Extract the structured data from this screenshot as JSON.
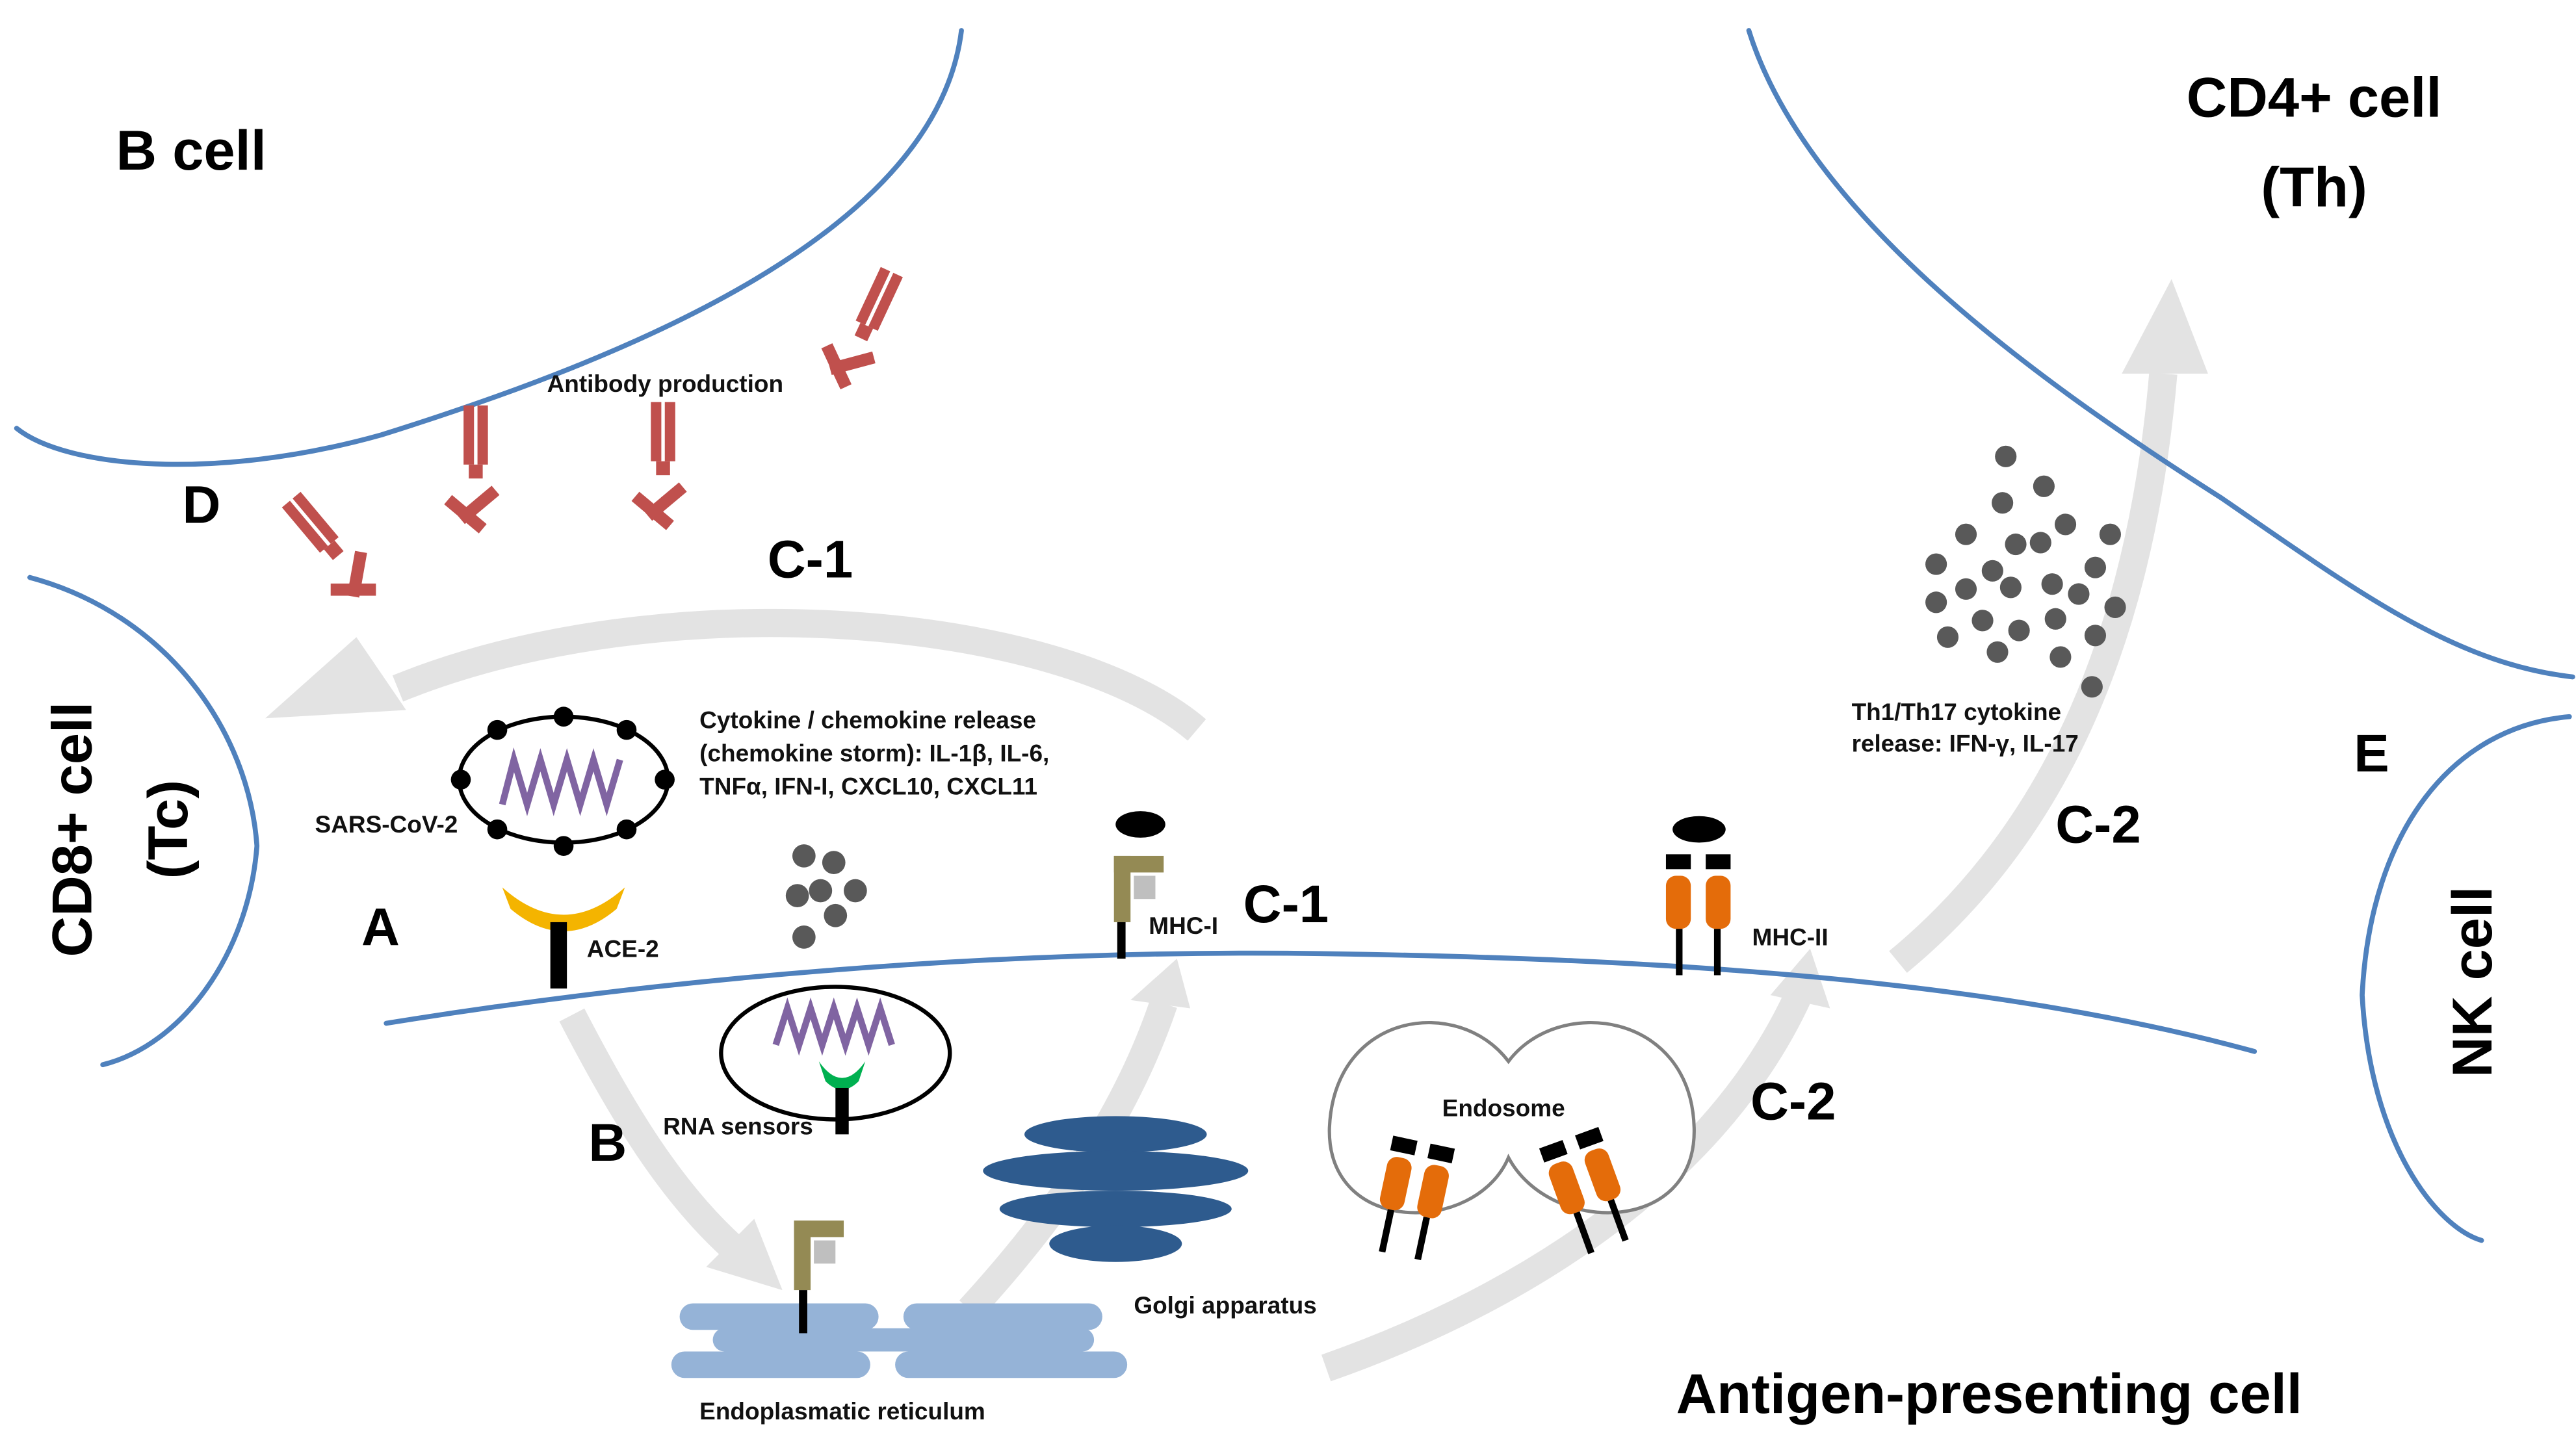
{
  "cells": {
    "b_cell": "B cell",
    "cd4_line1": "CD4+ cell",
    "cd4_line2": "(Th)",
    "cd8_line1": "CD8+ cell",
    "cd8_line2": "(Tc)",
    "nk_cell": "NK cell",
    "apc": "Antigen-presenting cell"
  },
  "steps": {
    "a": "A",
    "b": "B",
    "c1": "C-1",
    "c2": "C-2",
    "d": "D",
    "e": "E"
  },
  "labels": {
    "antibody_production": "Antibody production",
    "cytokine_line1": "Cytokine / chemokine release",
    "cytokine_line2": "(chemokine storm): IL-1β, IL-6,",
    "cytokine_line3": "TNFα, IFN-I, CXCL10, CXCL11",
    "sars_cov_2": "SARS-CoV-2",
    "ace2": "ACE-2",
    "rna_sensors": "RNA sensors",
    "mhc_i": "MHC-I",
    "mhc_ii": "MHC-II",
    "endosome": "Endosome",
    "golgi": "Golgi apparatus",
    "er": "Endoplasmatic reticulum",
    "th_line1": "Th1/Th17 cytokine",
    "th_line2": "release: IFN-γ, IL-17"
  },
  "colors": {
    "membrane": "#4f81bd",
    "antibody": "#c0504d",
    "flow_arrow": "#e3e3e3",
    "ace2": "#f4b400",
    "rna_sensor": "#00b050",
    "virus_rna": "#8064a2",
    "mhc_i": "#948a54",
    "mhc_ii": "#e46c0a",
    "golgi": "#2e5b8e",
    "er": "#95b3d7",
    "cytokine_dots": "#595959"
  }
}
